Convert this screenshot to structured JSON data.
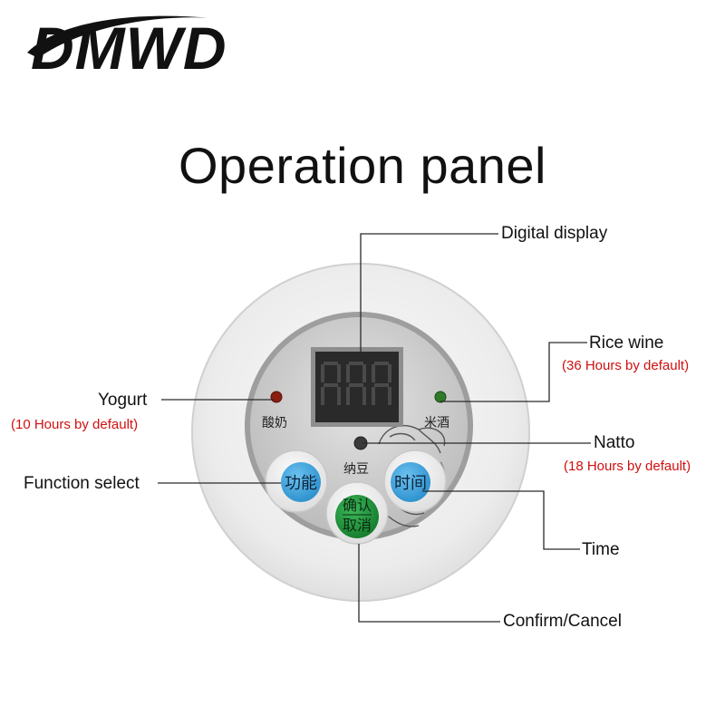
{
  "brand": {
    "logo_text": "DMWD"
  },
  "title": "Operation panel",
  "callouts": {
    "digital_display": "Digital display",
    "rice_wine": "Rice wine",
    "rice_wine_default": "(36 Hours by default)",
    "yogurt": "Yogurt",
    "yogurt_default": "(10 Hours by default)",
    "natto": "Natto",
    "natto_default": "(18 Hours by default)",
    "function_select": "Function select",
    "time": "Time",
    "confirm_cancel": "Confirm/Cancel"
  },
  "panel": {
    "yogurt_label": "酸奶",
    "rice_wine_label": "米酒",
    "natto_label": "纳豆",
    "function_button": "功能",
    "time_button": "时间",
    "confirm_top": "确认",
    "confirm_bottom": "取消"
  },
  "colors": {
    "blue_button": "#3aa3de",
    "green_button": "#1f9a3c",
    "red_led": "#8a1e12",
    "green_led": "#2f7a2a",
    "callout_red": "#d01010"
  }
}
